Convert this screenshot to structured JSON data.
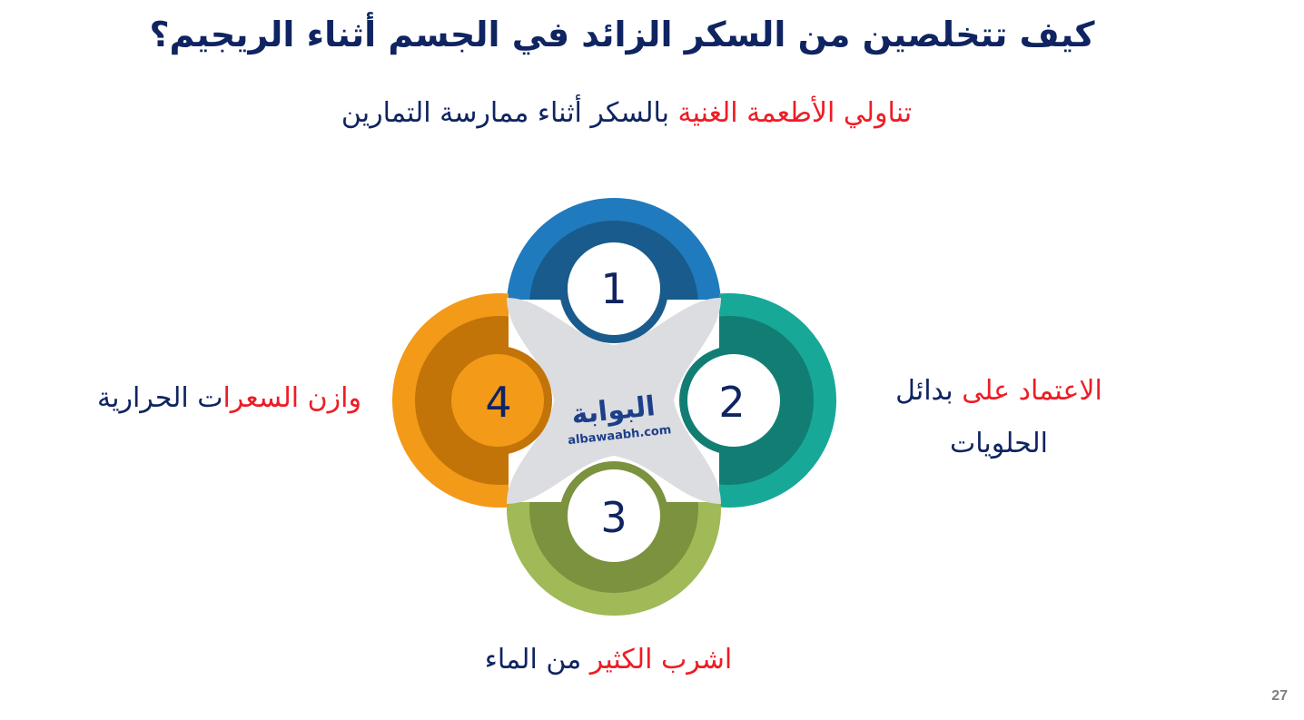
{
  "title": "كيف تتخلصين من السكر الزائد في الجسم أثناء الريجيم؟",
  "steps": [
    {
      "number": "1",
      "text_highlight": "تناولي الأطعمة الغنية",
      "text_rest": " بالسكر أثناء ممارسة التمارين",
      "color_outer": "#1f7bbd",
      "color_inner": "#185b8c"
    },
    {
      "number": "2",
      "text_highlight": "الاعتماد على",
      "text_rest": " بدائل الحلويات",
      "text_prefix_note": "",
      "color_outer": "#17a898",
      "color_inner": "#127e73"
    },
    {
      "number": "3",
      "text_highlight": "اشرب الكثير",
      "text_rest": " من الماء",
      "color_outer": "#9fba56",
      "color_inner": "#7b923e"
    },
    {
      "number": "4",
      "text_highlight": "وازن السعرا",
      "text_rest": "ت الحرارية",
      "color_outer": "#f39a19",
      "color_inner": "#c27408"
    }
  ],
  "step2_parts": {
    "navy_start": "الاعتماد",
    "red": " على",
    "navy_end": " بدائل الحلويات"
  },
  "center_logo": {
    "arabic": "البوابة",
    "latin": "albawaabh.com"
  },
  "page_number": "27",
  "colors": {
    "title": "#0f2461",
    "highlight": "#ee1c25",
    "center": "#dcdde0"
  }
}
